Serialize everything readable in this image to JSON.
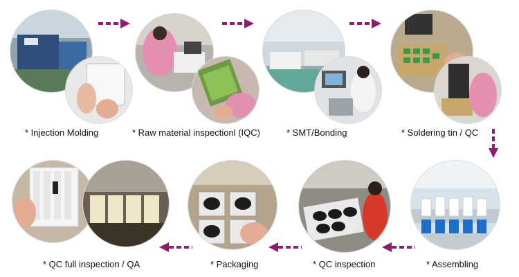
{
  "steps": [
    {
      "label": "* Injection Molding"
    },
    {
      "label": "* Raw material inspectionl (IQC)"
    },
    {
      "label": "* SMT/Bonding"
    },
    {
      "label": "* Soldering tin / QC"
    },
    {
      "label": "* Assembling"
    },
    {
      "label": "* QC inspection"
    },
    {
      "label": "* Packaging"
    },
    {
      "label": "* QC full inspection / QA"
    }
  ],
  "colors": {
    "arrow": "#8b1e6e",
    "background": "#ffffff",
    "caption": "#111111"
  }
}
